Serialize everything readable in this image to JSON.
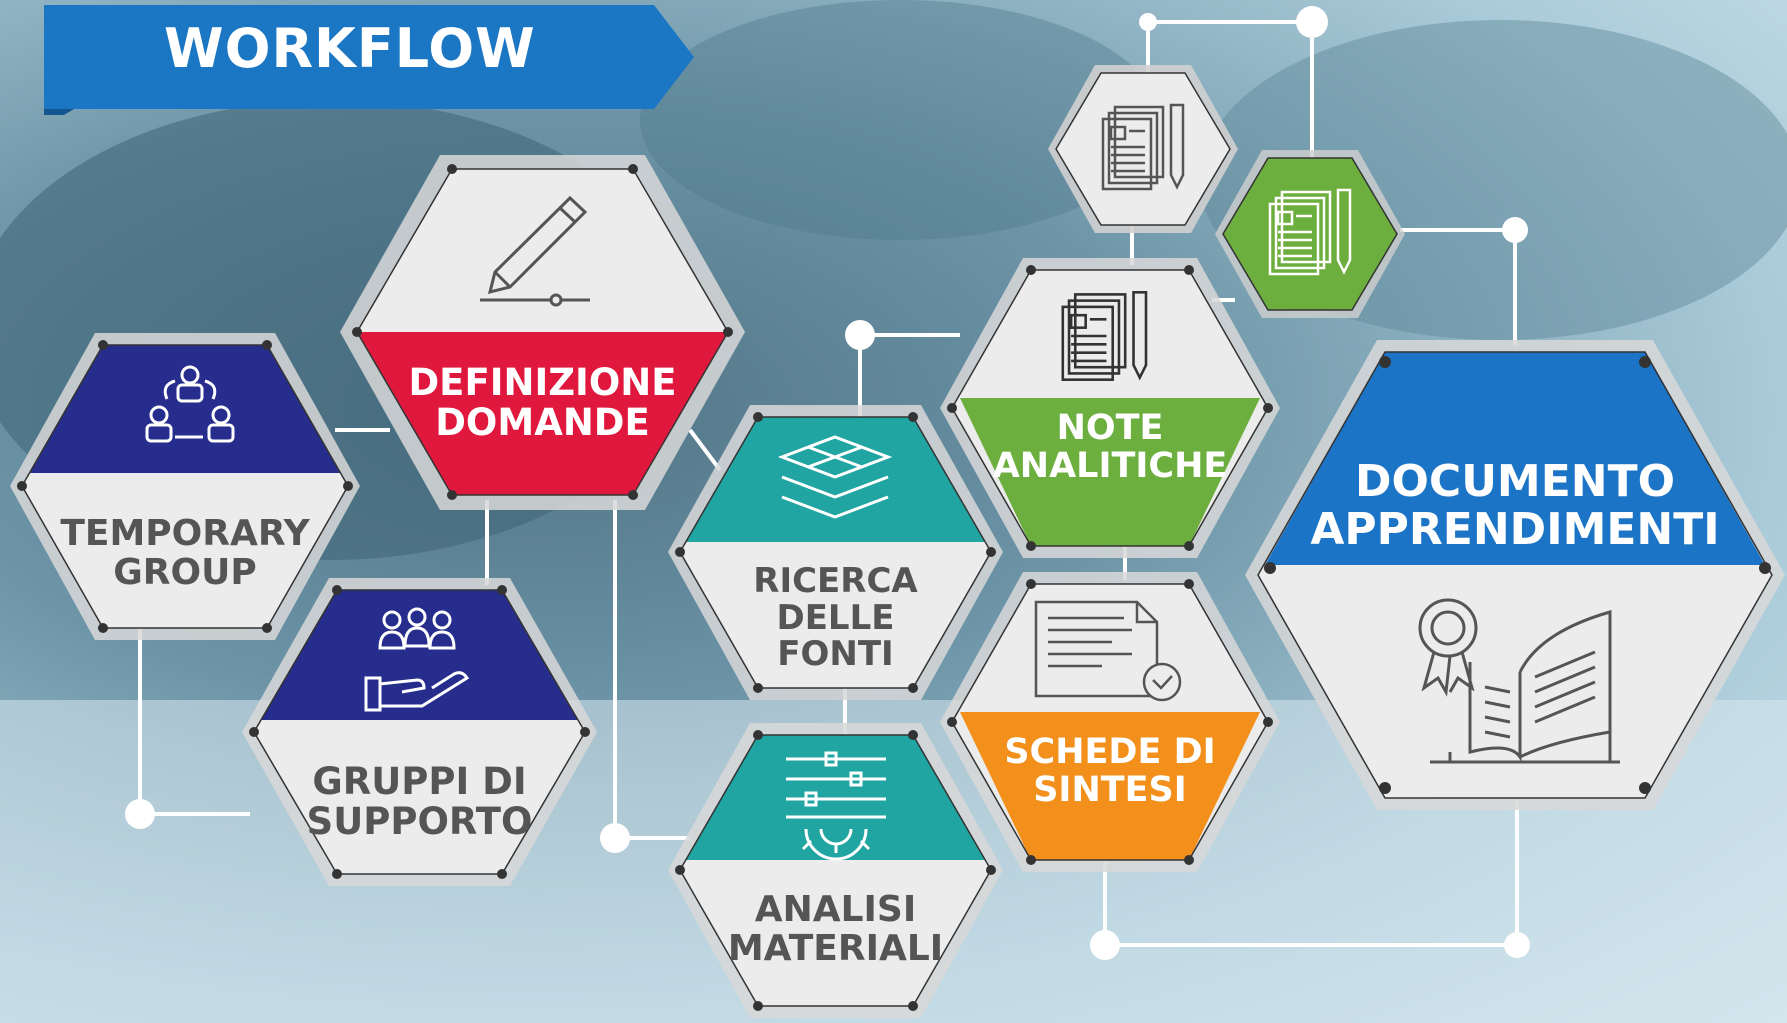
{
  "header": {
    "title": "WORKFLOW"
  },
  "colors": {
    "banner": "#1b77c4",
    "red": "#e0183d",
    "navy": "#262d8c",
    "teal": "#20a5a2",
    "green": "#6caf3f",
    "orange": "#f2901b",
    "blue": "#1b74c5",
    "light": "#e9e9e9",
    "text_gray": "#555555"
  },
  "nodes": {
    "temporary_group": {
      "line1": "TEMPORARY",
      "line2": "GROUP",
      "icon": "team-cycle-icon"
    },
    "definizione_domande": {
      "line1": "DEFINIZIONE",
      "line2": "DOMANDE",
      "icon": "pencil-icon"
    },
    "gruppi_di_supporto": {
      "line1": "GRUPPI DI",
      "line2": "SUPPORTO",
      "icon": "support-group-hand-icon"
    },
    "ricerca_delle_fonti": {
      "line1": "RICERCA",
      "line2": "DELLE",
      "line3": "FONTI",
      "icon": "layers-icon"
    },
    "analisi_materiali": {
      "line1": "ANALISI",
      "line2": "MATERIALI",
      "icon": "sliders-gear-icon"
    },
    "note_analitiche": {
      "line1": "NOTE",
      "line2": "ANALITICHE",
      "icon": "notepad-pencil-icon"
    },
    "schede_di_sintesi": {
      "line1": "SCHEDE DI",
      "line2": "SINTESI",
      "icon": "document-check-icon"
    },
    "documento_apprendimenti": {
      "line1": "DOCUMENTO",
      "line2": "APPRENDIMENTI",
      "icon": "book-award-icon"
    },
    "notes_gray": {
      "icon": "notepad-pencil-icon"
    },
    "notes_green": {
      "icon": "notepad-pencil-icon"
    }
  }
}
